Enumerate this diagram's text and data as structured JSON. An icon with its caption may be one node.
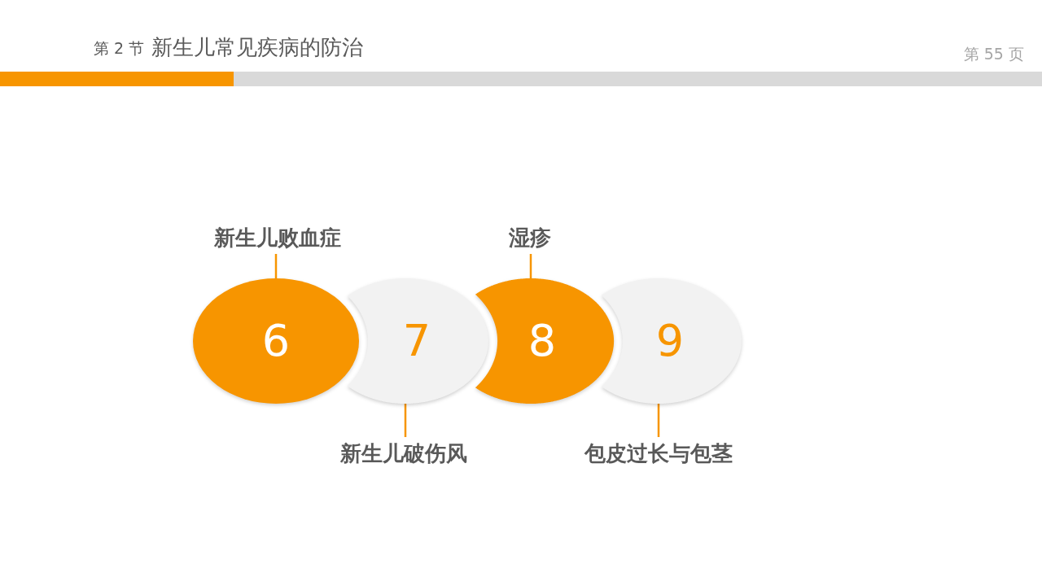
{
  "diagram": {
    "title": "新生儿常见疾病的防治",
    "nodes": [
      {
        "text": [
          "6"
        ]
      },
      {
        "text": [
          "7"
        ]
      },
      {
        "text": [
          "8"
        ]
      },
      {
        "text": [
          "9"
        ]
      },
      {
        "text": [
          "新生儿败血症"
        ]
      },
      {
        "text": [
          "新生儿破伤风"
        ]
      },
      {
        "text": [
          "湿疹"
        ]
      },
      {
        "text": [
          "包皮过长与包茎"
        ]
      }
    ],
    "edges": [
      {
        "from": 4,
        "to": 0,
        "arrow": "none"
      },
      {
        "from": 5,
        "to": 1,
        "arrow": "none"
      },
      {
        "from": 6,
        "to": 2,
        "arrow": "none"
      },
      {
        "from": 7,
        "to": 3,
        "arrow": "none"
      }
    ],
    "labels": [
      "第 2 节",
      "第 55 页"
    ]
  }
}
